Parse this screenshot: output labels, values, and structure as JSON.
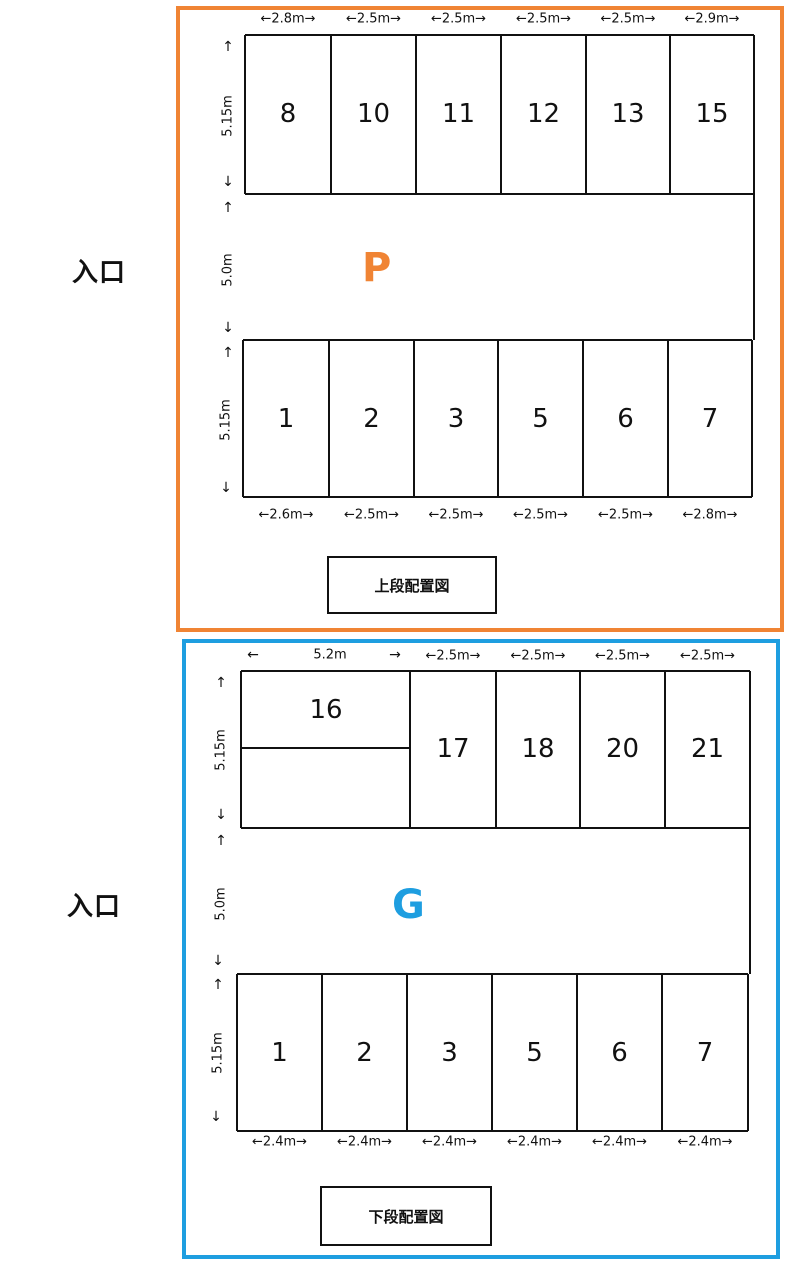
{
  "entrance_label": "入口",
  "colors": {
    "upper_border": "#f08434",
    "lower_border": "#1e9ee0"
  },
  "upper": {
    "zone_label": "P",
    "caption": "上段配置図",
    "top_row": [
      {
        "number": "8",
        "width": "←2.8m→"
      },
      {
        "number": "10",
        "width": "←2.5m→"
      },
      {
        "number": "11",
        "width": "←2.5m→"
      },
      {
        "number": "12",
        "width": "←2.5m→"
      },
      {
        "number": "13",
        "width": "←2.5m→"
      },
      {
        "number": "15",
        "width": "←2.9m→"
      }
    ],
    "bottom_row": [
      {
        "number": "1",
        "width": "←2.6m→"
      },
      {
        "number": "2",
        "width": "←2.5m→"
      },
      {
        "number": "3",
        "width": "←2.5m→"
      },
      {
        "number": "5",
        "width": "←2.5m→"
      },
      {
        "number": "6",
        "width": "←2.5m→"
      },
      {
        "number": "7",
        "width": "←2.8m→"
      }
    ],
    "depth_top": "5.15m",
    "aisle": "5.0m",
    "depth_bottom": "5.15m"
  },
  "lower": {
    "zone_label": "G",
    "caption": "下段配置図",
    "wide_space": {
      "number": "16",
      "width": "5.2m"
    },
    "top_row": [
      {
        "number": "17",
        "width": "←2.5m→"
      },
      {
        "number": "18",
        "width": "←2.5m→"
      },
      {
        "number": "20",
        "width": "←2.5m→"
      },
      {
        "number": "21",
        "width": "←2.5m→"
      }
    ],
    "bottom_row": [
      {
        "number": "1",
        "width": "←2.4m→"
      },
      {
        "number": "2",
        "width": "←2.4m→"
      },
      {
        "number": "3",
        "width": "←2.4m→"
      },
      {
        "number": "5",
        "width": "←2.4m→"
      },
      {
        "number": "6",
        "width": "←2.4m→"
      },
      {
        "number": "7",
        "width": "←2.4m→"
      }
    ],
    "depth_top": "5.15m",
    "aisle": "5.0m",
    "depth_bottom": "5.15m"
  }
}
